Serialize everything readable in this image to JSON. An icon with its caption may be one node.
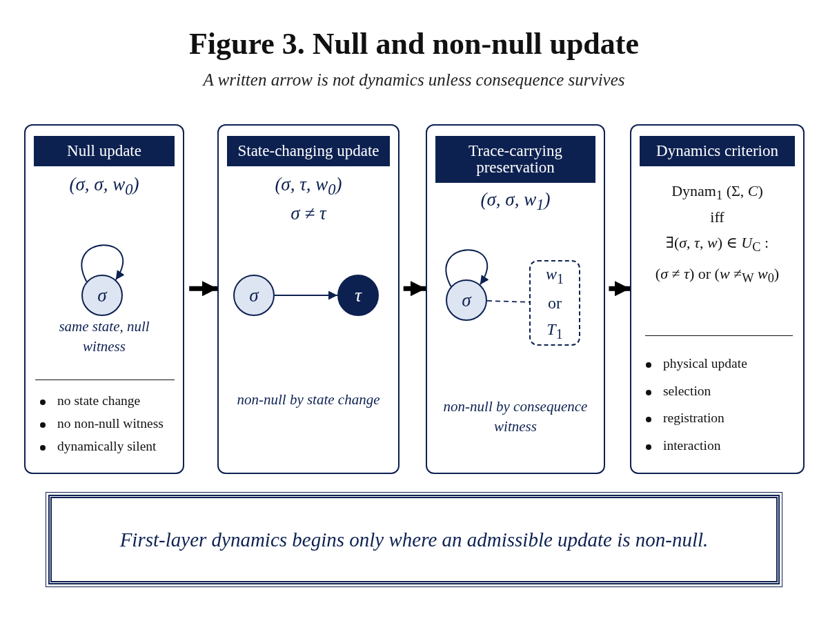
{
  "diagram": {
    "title": "Figure 3. Null and non-null update",
    "nodes": [
      {
        "text": [
          "Null update",
          "(σ, σ, w$_{0}$)",
          "same state, null witness",
          "no state change",
          "no non-null witness",
          "dynamically silent"
        ]
      },
      {
        "text": [
          "σ"
        ],
        "in": 0
      },
      {
        "text": [
          "State-changing update",
          "(σ, τ, w$_{0}$)",
          "σ ≠ τ",
          "non-null by state change"
        ]
      },
      {
        "text": [
          "σ"
        ],
        "in": 2
      },
      {
        "text": [
          "τ"
        ],
        "in": 2
      },
      {
        "text": [
          "Trace-carrying preservation",
          "(σ, σ, w$_{1}$)",
          "non-null by consequence witness"
        ]
      },
      {
        "text": [
          "σ"
        ],
        "in": 5
      },
      {
        "text": [
          "*w*$_{1}$ or *T*$_{1}$"
        ],
        "in": 5
      },
      {
        "text": [
          "Dynamics criterion",
          "Dynam$_{1}$ (Σ, *C*)",
          "iff",
          "∃(*σ*, *τ*, *w*) ∈ *U*$_{C}$ :",
          "(*σ* ≠ *τ*) or (*w* ≠$_{W}$ *w*$_{0}$)",
          "physical update",
          "selection",
          "registration",
          "interaction"
        ]
      },
      {
        "text": [
          "First-layer dynamics begins only where an admissible update is non-null."
        ]
      }
    ],
    "edges": [
      {
        "from": 1,
        "to": 1,
        "arrow": "to"
      },
      {
        "from": 0,
        "to": 2,
        "arrow": "to",
        "style": "thick",
        "color": "#000000"
      },
      {
        "from": 3,
        "to": 4,
        "arrow": "to"
      },
      {
        "from": 2,
        "to": 5,
        "arrow": "to",
        "style": "thick",
        "color": "#000000"
      },
      {
        "from": 6,
        "to": 6,
        "arrow": "to"
      },
      {
        "from": 6,
        "to": 7,
        "arrow": "none",
        "style": "dashed"
      },
      {
        "from": 5,
        "to": 8,
        "arrow": "to",
        "style": "thick",
        "color": "#000000"
      }
    ],
    "labels": [
      "A written arrow is not dynamics unless consequence survives"
    ]
  }
}
